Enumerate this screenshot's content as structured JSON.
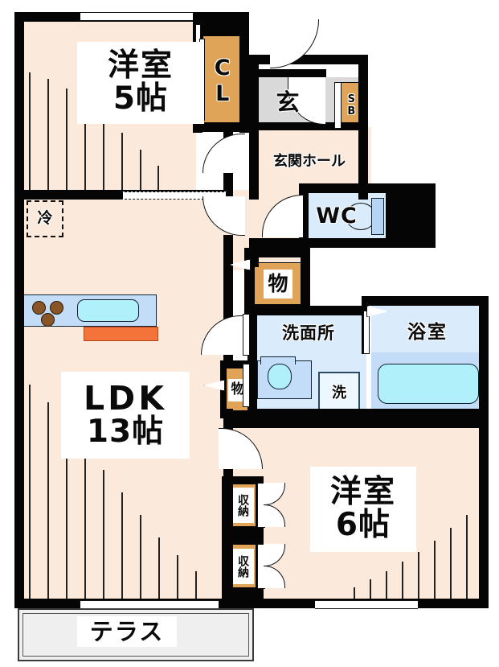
{
  "plan": {
    "type": "japanese-apartment-floor-plan",
    "layout_code": "2LDK",
    "background_color": "#ffffff",
    "colors": {
      "wall": "#050505",
      "floor": "#fbe9dc",
      "closet": "#e0a458",
      "water_area": "#daebfb",
      "water_area_dark": "#c3dcf7",
      "entrance_tile": "#d9d9d9",
      "terrace": "#efefef",
      "stove_accent": "#f4733a",
      "fixture_cyan": "#aff0fb",
      "burner": "#8a5526"
    }
  },
  "rooms": {
    "bedroom_north": {
      "name": "洋室",
      "size": "5帖"
    },
    "closet_north": {
      "name": "CL"
    },
    "entrance": {
      "name": "玄"
    },
    "shoe_box": {
      "name": "SB"
    },
    "entrance_hall": {
      "name": "玄関ホール"
    },
    "toilet": {
      "name": "WC"
    },
    "storage_upper": {
      "name": "物"
    },
    "storage_lower": {
      "name": "物"
    },
    "washroom": {
      "name": "洗面所"
    },
    "washing_machine": {
      "name": "洗"
    },
    "bathroom": {
      "name": "浴室"
    },
    "living": {
      "name": "LDK",
      "size": "13帖"
    },
    "refrigerator": {
      "name": "冷"
    },
    "bedroom_south": {
      "name": "洋室",
      "size": "6帖"
    },
    "storage_closet_1": {
      "name": "収納"
    },
    "storage_closet_2": {
      "name": "収納"
    },
    "terrace": {
      "name": "テラス"
    }
  },
  "icons": {
    "refrigerator_icon": "fridge-icon",
    "stove_icon": "stove-icon",
    "sink_icon": "sink-icon",
    "bathtub_icon": "bathtub-icon",
    "toilet_icon": "toilet-icon",
    "washbasin_icon": "washbasin-icon",
    "washer_icon": "washer-icon",
    "door_swing_icon": "door-swing-icon",
    "window_icon": "window-icon"
  }
}
